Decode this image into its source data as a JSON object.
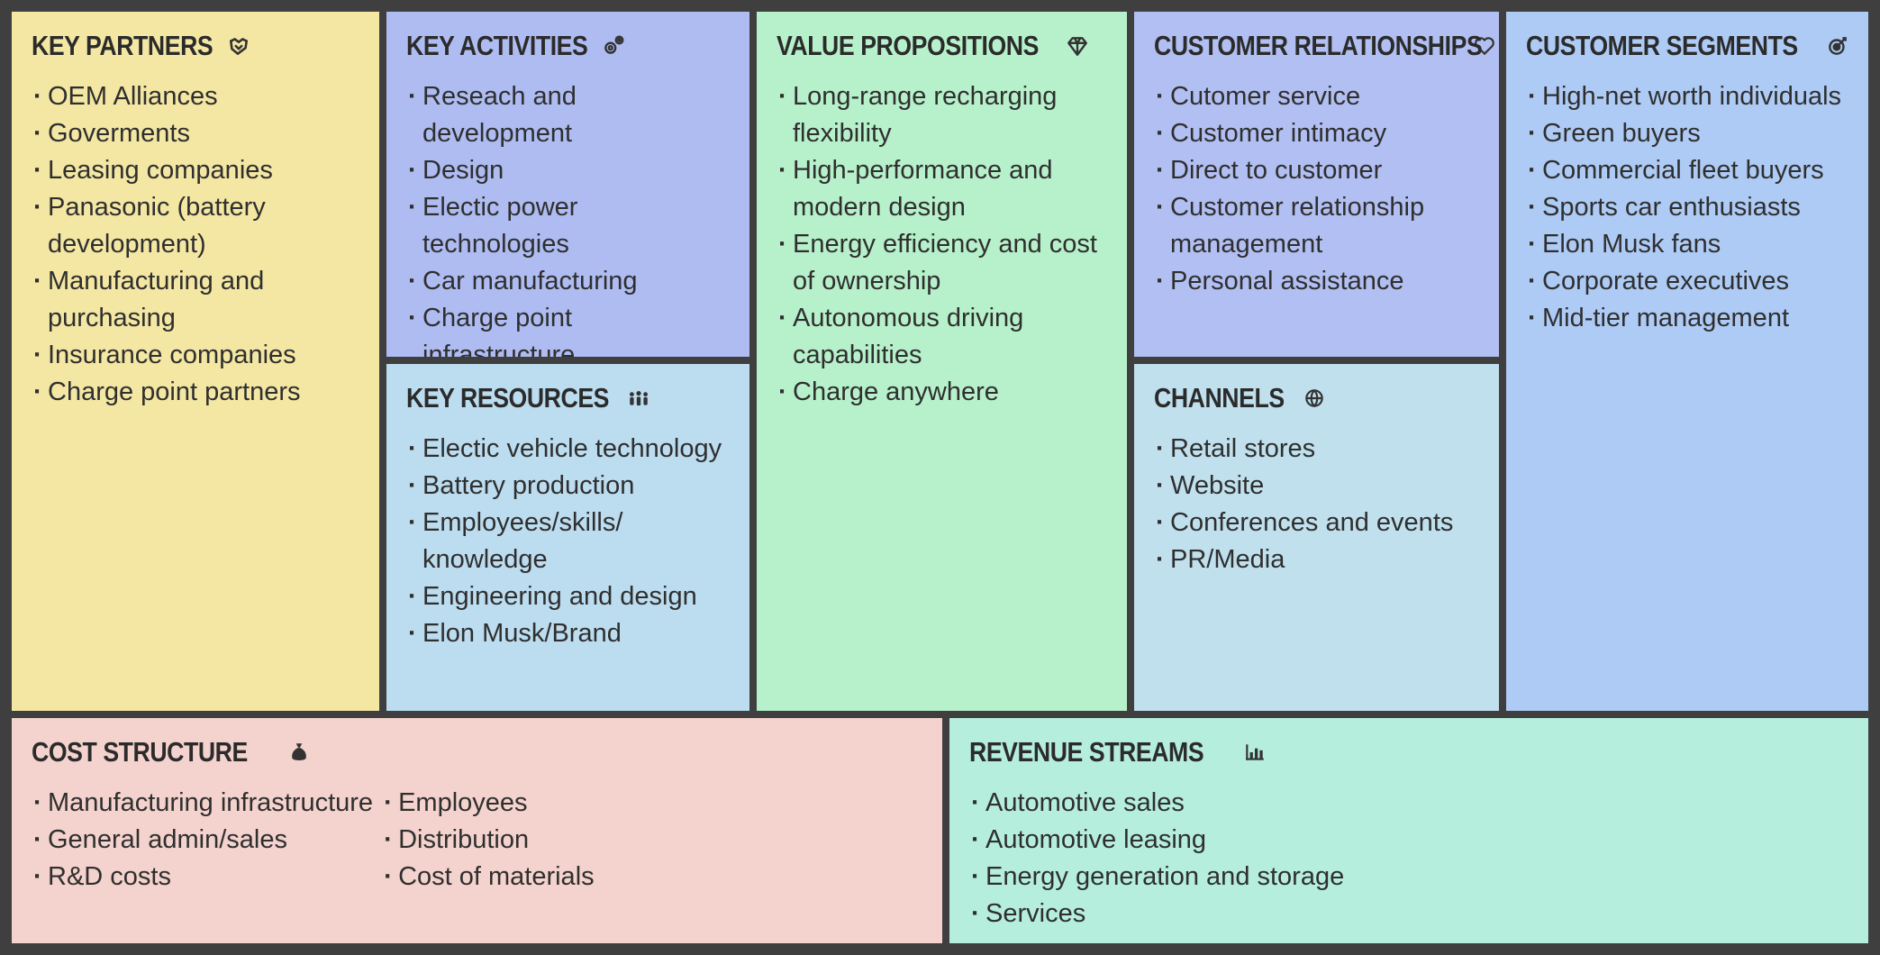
{
  "canvas": {
    "key_partners": {
      "title": "KEY PARTNERS",
      "icon": "handshake-icon",
      "color": "#f4e7a3",
      "items": [
        "OEM Alliances",
        "Goverments",
        "Leasing companies",
        "Panasonic (battery development)",
        "Manufacturing and purchasing",
        "Insurance companies",
        "Charge point partners"
      ]
    },
    "key_activities": {
      "title": "KEY ACTIVITIES",
      "icon": "gears-icon",
      "color": "#aebcf2",
      "items": [
        "Reseach and development",
        "Design",
        "Electic power technologies",
        "Car manufacturing",
        "Charge point infrastructure"
      ]
    },
    "key_resources": {
      "title": "KEY RESOURCES",
      "icon": "people-icon",
      "color": "#bcdcef",
      "items": [
        "Electic vehicle technology",
        "Battery production",
        "Employees/skills/ knowledge",
        "Engineering and design",
        "Elon Musk/Brand"
      ]
    },
    "value_propositions": {
      "title": "VALUE PROPOSITIONS",
      "icon": "diamond-icon",
      "color": "#b7f1cb",
      "items": [
        "Long-range recharging flexibility",
        "High-performance and modern design",
        "Energy efficiency and cost of ownership",
        "Autonomous driving capabilities",
        "Charge anywhere"
      ]
    },
    "customer_relationships": {
      "title": "CUSTOMER RELATIONSHIPS",
      "icon": "heart-icon",
      "color": "#b2bff2",
      "items": [
        "Cutomer service",
        "Customer intimacy",
        "Direct to customer",
        "Customer relationship management",
        "Personal assistance"
      ]
    },
    "channels": {
      "title": "CHANNELS",
      "icon": "globe-icon",
      "color": "#c0e0ee",
      "items": [
        "Retail stores",
        "Website",
        "Conferences and events",
        "PR/Media"
      ]
    },
    "customer_segments": {
      "title": "CUSTOMER SEGMENTS",
      "icon": "target-icon",
      "color": "#aecbf5",
      "items": [
        "High-net worth individuals",
        "Green buyers",
        "Commercial fleet buyers",
        "Sports car enthusiasts",
        "Elon Musk fans",
        "Corporate executives",
        "Mid-tier management"
      ]
    },
    "cost_structure": {
      "title": "COST STRUCTURE",
      "icon": "money-bag-icon",
      "color": "#f4d2cd",
      "items_left": [
        "Manufacturing infrastructure",
        "General admin/sales",
        "R&D costs"
      ],
      "items_right": [
        "Employees",
        "Distribution",
        "Cost of materials"
      ]
    },
    "revenue_streams": {
      "title": "REVENUE STREAMS",
      "icon": "bar-chart-icon",
      "color": "#b5eedd",
      "items": [
        "Automotive sales",
        "Automotive leasing",
        "Energy generation and storage",
        "Services"
      ]
    }
  }
}
